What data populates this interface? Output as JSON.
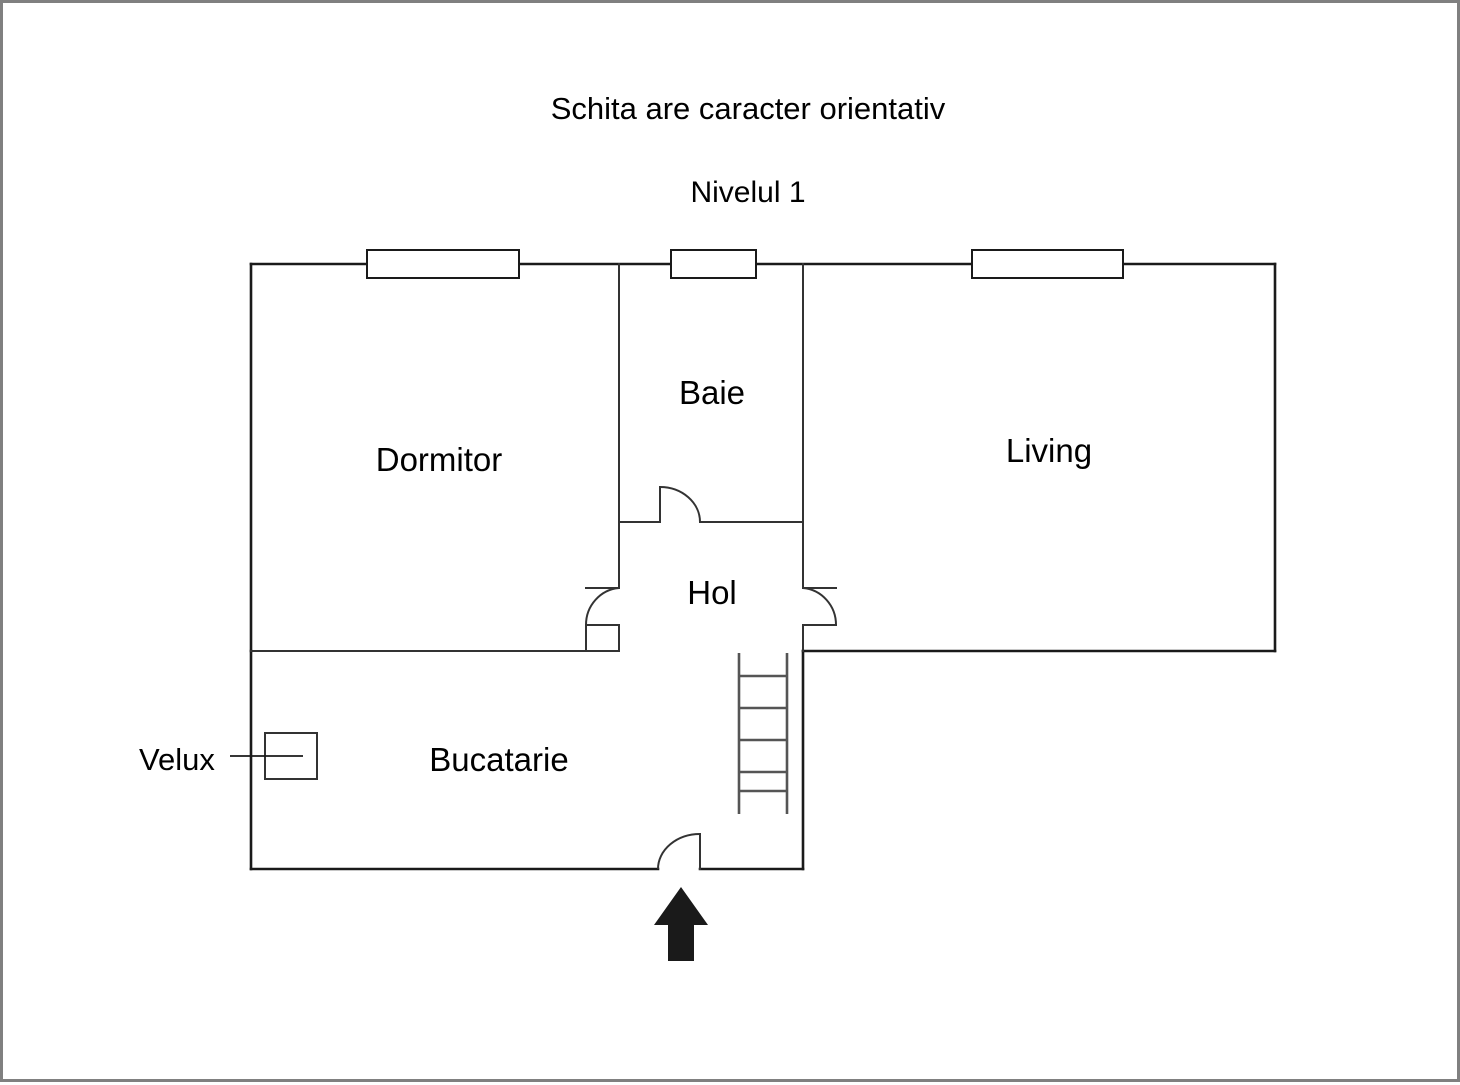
{
  "document": {
    "title": "Schita are caracter orientativ",
    "subtitle": "Nivelul 1"
  },
  "rooms": [
    {
      "id": "dormitor",
      "label": "Dormitor"
    },
    {
      "id": "baie",
      "label": "Baie"
    },
    {
      "id": "living",
      "label": "Living"
    },
    {
      "id": "hol",
      "label": "Hol"
    },
    {
      "id": "bucatarie",
      "label": "Bucatarie"
    }
  ],
  "annotations": [
    {
      "id": "velux",
      "label": "Velux"
    }
  ],
  "symbols": {
    "windows": 3,
    "doors": 4,
    "staircase_steps": 5,
    "entry_arrow": "up-arrow"
  },
  "colors": {
    "background": "#ffffff",
    "wall": "#1a1a1a",
    "thin_wall": "#333333",
    "stair": "#555555",
    "border": "#808080",
    "text": "#000000",
    "arrow": "#1a1a1a"
  }
}
